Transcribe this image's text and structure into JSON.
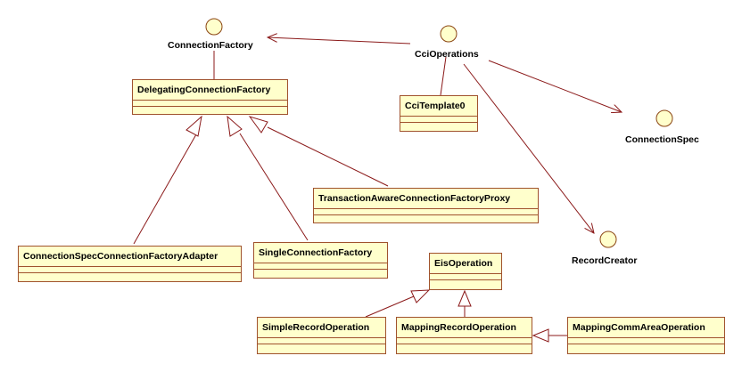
{
  "colors": {
    "class_fill": "#ffffcc",
    "class_border": "#a0522d",
    "interface_fill": "#ffffcc",
    "link": "#8b1a1a"
  },
  "interfaces": {
    "connection_factory": "ConnectionFactory",
    "cci_operations": "CciOperations",
    "connection_spec": "ConnectionSpec",
    "record_creator": "RecordCreator"
  },
  "classes": {
    "delegating_connection_factory": "DelegatingConnectionFactory",
    "cci_template": "CciTemplate0",
    "transaction_aware_proxy": "TransactionAwareConnectionFactoryProxy",
    "connection_spec_adapter": "ConnectionSpecConnectionFactoryAdapter",
    "single_connection_factory": "SingleConnectionFactory",
    "eis_operation": "EisOperation",
    "simple_record_operation": "SimpleRecordOperation",
    "mapping_record_operation": "MappingRecordOperation",
    "mapping_comm_area_operation": "MappingCommAreaOperation"
  }
}
